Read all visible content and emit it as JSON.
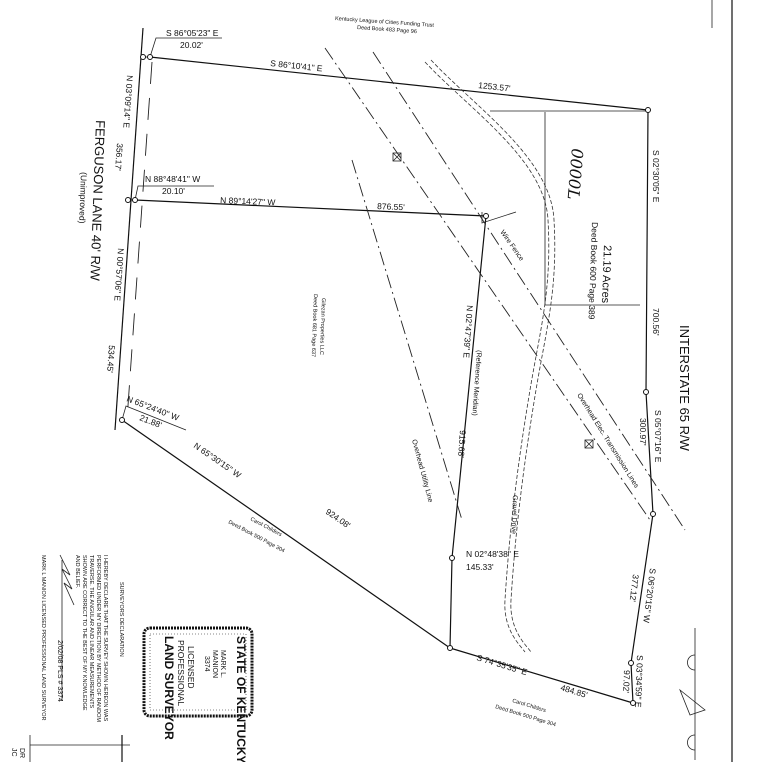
{
  "adjoiners": {
    "north": {
      "name": "Kentucky League of Cities Funding Trust",
      "deed": "Deed Book 483 Page 96"
    },
    "west_parcel": {
      "name": "Gilezan Properties LLC",
      "deed": "Deed Book 681 Page 637"
    },
    "south_1": {
      "name": "Carol Childers",
      "deed": "Deed Book 500 Page 304"
    },
    "south_2": {
      "name": "Carol Childers",
      "deed": "Deed Book 500 Page 304"
    }
  },
  "roads": {
    "ferguson": "FERGUSON  LANE  40' R/W",
    "ferguson_note": "(Unimproved)",
    "interstate": "INTERSTATE  65  R/W"
  },
  "parcel": {
    "acres": "21.19 Acres",
    "deed": "Deed Book 600 Page 389",
    "handwritten": "0000L"
  },
  "calls": {
    "c1_bearing": "S 86°05'23\" E",
    "c1_dist": "20.02'",
    "c2_bearing": "S 86°10'41\" E",
    "c2_dist": "1253.57'",
    "c3_bearing": "N 03°09'14\" E",
    "c3_dist": "356.17'",
    "c4_bearing": "N 88°48'41\" W",
    "c4_dist": "20.10'",
    "c5_bearing": "N 89°14'27\" W",
    "c5_dist": "876.55'",
    "c6_bearing": "N 00°57'06\" E",
    "c6_dist": "534.45'",
    "c7_bearing": "N 65°24'40\" W",
    "c7_dist": "21.88'",
    "c8_bearing": "N 65°30'15\" W",
    "c8_dist": "924.08'",
    "c9_bearing": "N 02°47'39\" E",
    "c9_dist": "915.68'",
    "c9_note": "(Reference Meridian)",
    "c10_bearing": "N 02°48'38\" E",
    "c10_dist": "145.33'",
    "c11_bearing": "S 74°35'35\" E",
    "c11_dist": "484.85'",
    "c12_bearing": "S 02°30'05\" E",
    "c12_dist": "700.56'",
    "c13_bearing": "S 05°07'16\" E",
    "c13_dist": "300.97'",
    "c14_bearing": "S 06°20'15\" W",
    "c14_dist": "377.12'",
    "c15_bearing": "S 03°34'59\" E",
    "c15_dist": "97.02'"
  },
  "features": {
    "wire_fence": "Wire Fence",
    "elec_lines": "Overhead Elec. Transmission Lines",
    "utility_line": "Overhead Utility Line",
    "gravel_drive": "Gravel Drive"
  },
  "stamp": {
    "state": "STATE OF KENTUCKY",
    "name1": "MARK L.",
    "name2": "MANION",
    "number": "3374",
    "l1": "LICENSED",
    "l2": "PROFESSIONAL",
    "l3": "LAND SURVEYOR"
  },
  "declaration": {
    "title": "SURVEYORS DECLARATION",
    "line1": "I HEREBY DECLARE THAT THE SURVEY SHOWN HEREON WAS",
    "line2": "PERFORMED UNDER MY DIRECTION BY METHOD OF RANDOM",
    "line3": "TRAVERSE. THE ANGULAR AND LINEAR MEASUREMENTS",
    "line4": "SHOWN ARE CORRECT TO THE BEST OF MY KNOWLEDGE",
    "line5": "AND BELIEF.",
    "signed": "2/02/08  PLS # 3374",
    "signer": "MARK L MANION  LICENSED PROFESSIONAL LAND SURVEYOR"
  },
  "title_block": {
    "a": "DR",
    "b": "JC"
  }
}
